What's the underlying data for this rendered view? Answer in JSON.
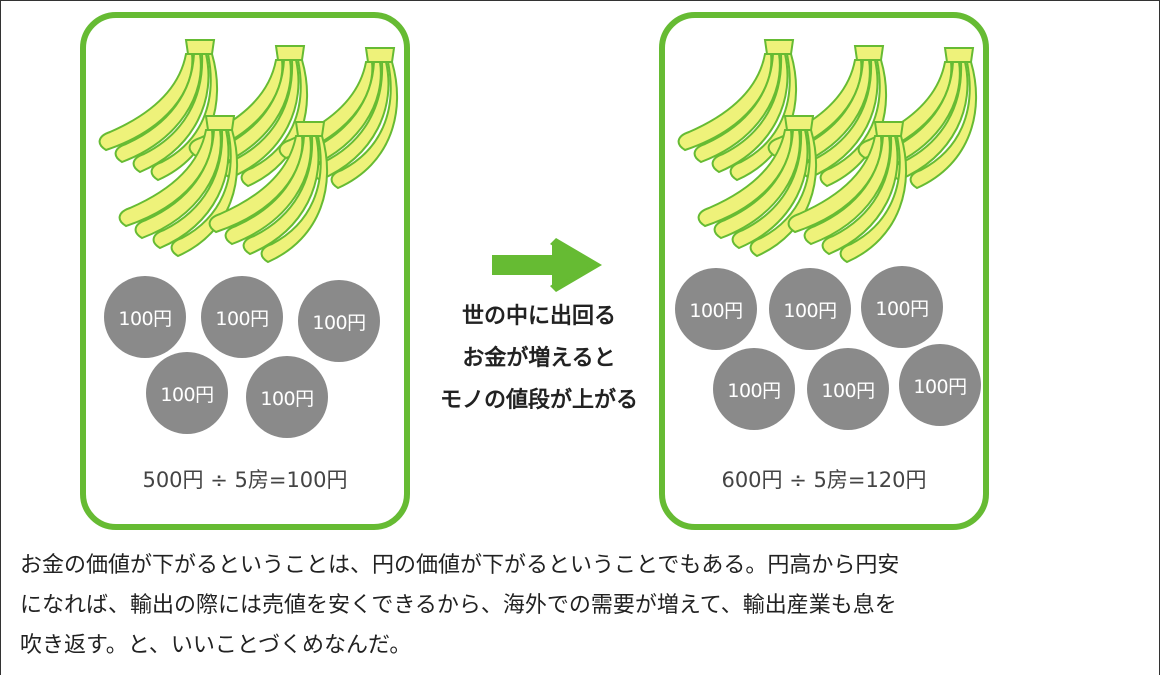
{
  "middle": {
    "line1": "世の中に出回る",
    "line2": "お金が増えると",
    "line3": "モノの値段が上がる"
  },
  "left_panel": {
    "coin_label": "100円",
    "coin_count": 5,
    "formula": "500円 ÷ 5房=100円"
  },
  "right_panel": {
    "coin_label": "100円",
    "coin_count": 6,
    "formula": "600円 ÷ 5房=120円"
  },
  "caption": {
    "line1": "お金の価値が下がるということは、円の価値が下がるということでもある。円高から円安",
    "line2": "になれば、輸出の際には売値を安くできるから、海外での需要が増えて、輸出産業も息を",
    "line3": "吹き返す。と、いいことづくめなんだ。"
  },
  "colors": {
    "panel_border": "#66bb33",
    "arrow": "#66bb33",
    "banana_fill": "#eef27a",
    "banana_stroke": "#66bb33",
    "coin": "#8a8a8a"
  }
}
